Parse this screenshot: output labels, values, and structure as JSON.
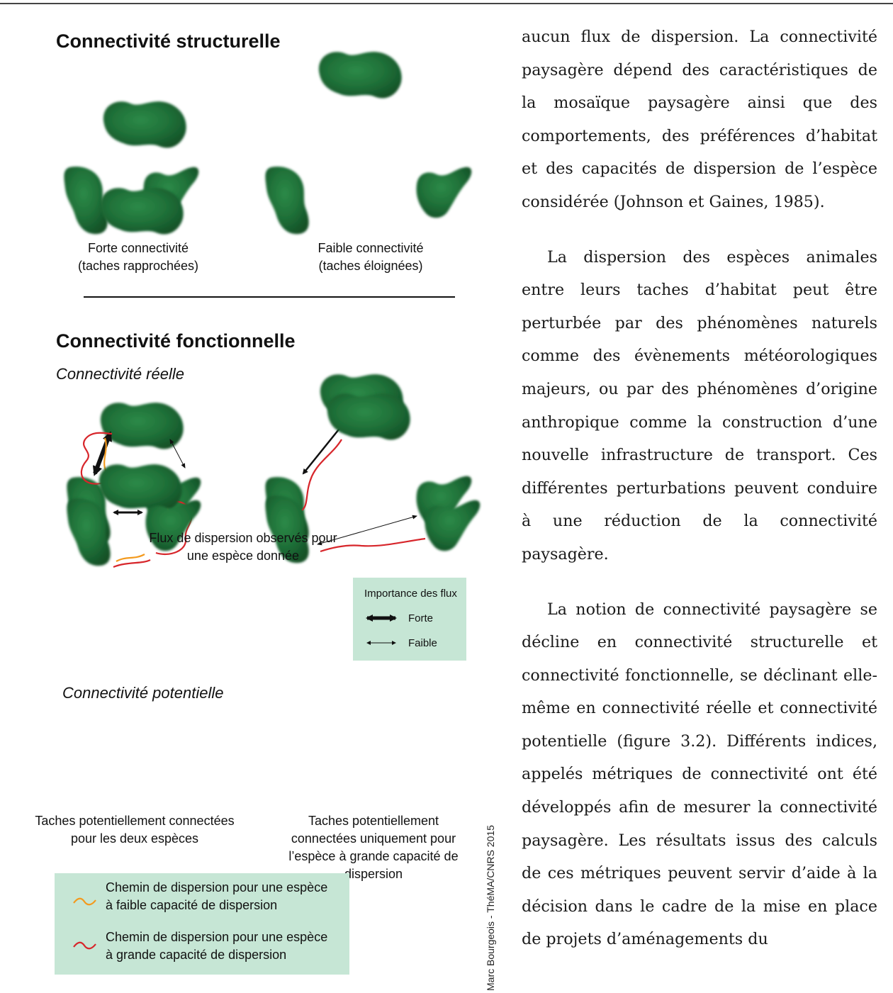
{
  "figure": {
    "structural": {
      "title": "Connectivité structurelle",
      "caption_strong": [
        "Forte connectivité",
        "(taches rapprochées)"
      ],
      "caption_weak": [
        "Faible connectivité",
        "(taches éloignées)"
      ]
    },
    "functional": {
      "title": "Connectivité fonctionnelle",
      "real_subtitle": "Connectivité réelle",
      "real_caption": [
        "Flux de dispersion observés pour",
        "une espèce donnée"
      ],
      "flux_legend": {
        "title": "Importance des flux",
        "strong": "Forte",
        "weak": "Faible"
      },
      "potential_subtitle": "Connectivité potentielle",
      "potential_caption_left": [
        "Taches potentiellement connectées",
        "pour les deux espèces"
      ],
      "potential_caption_right": [
        "Taches potentiellement",
        "connectées uniquement pour",
        "l’espèce à grande capacité de",
        "dispersion"
      ],
      "path_legend": {
        "weak": [
          "Chemin de dispersion pour une espèce",
          "à faible capacité de dispersion"
        ],
        "strong": [
          "Chemin de dispersion pour une espèce",
          "à grande capacité de dispersion"
        ]
      }
    },
    "credit": "Marc Bourgeois - ThéMA/CNRS 2015",
    "colors": {
      "patch": "#1e6b35",
      "weak_path": "#f39a1e",
      "strong_path": "#d7262b",
      "legend_bg": "#c6e6d5"
    }
  },
  "text": {
    "paragraphs": [
      "aucun flux de dispersion. La connectivité paysagère dépend des caractéristiques de la mosaïque paysagère ainsi que des comportements, des préférences d’habitat et des capacités de dispersion de l’espèce considérée (Johnson et Gaines, 1985).",
      "La dispersion des espèces animales entre leurs taches d’habitat peut être perturbée par des phénomènes naturels comme des évènements météorologiques majeurs, ou par des phénomènes d’origine anthropique comme la construction d’une nouvelle infrastructure de transport. Ces différentes perturbations peuvent conduire à une réduction de la connectivité paysagère.",
      "La notion de connectivité paysagère se décline en connectivité structurelle et connectivité fonctionnelle, se déclinant elle-même en connectivité réelle et connectivité potentielle (figure 3.2). Différents indices, appelés métriques de connectivité ont été développés afin de mesurer la connectivité paysagère. Les résultats issus des calculs de ces métriques peuvent servir d’aide à la décision dans le cadre de la mise en place de projets d’aménagements du"
    ]
  }
}
